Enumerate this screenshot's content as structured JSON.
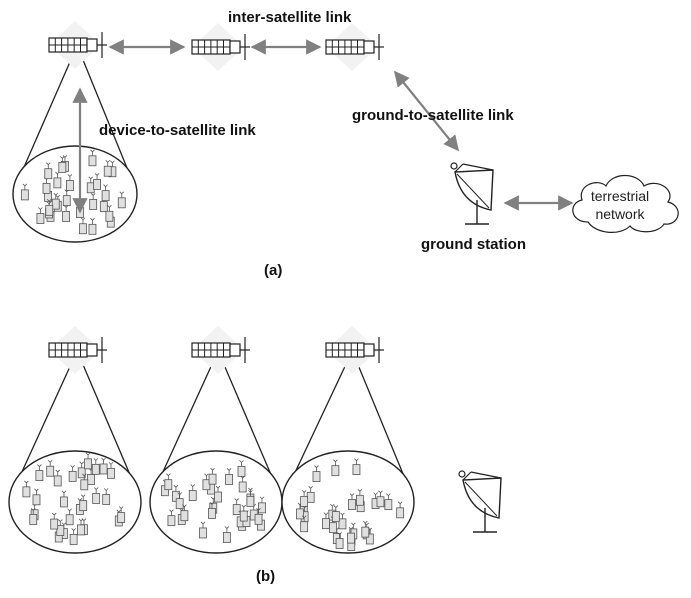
{
  "labels": {
    "inter_satellite_link": "inter-satellite link",
    "device_to_satellite_link": "device-to-satellite link",
    "ground_to_satellite_link": "ground-to-satellite link",
    "ground_station": "ground station",
    "terrestrial_network_line1": "terrestrial",
    "terrestrial_network_line2": "network",
    "caption_a": "(a)",
    "caption_b": "(b)"
  },
  "colors": {
    "arrow": "#808080",
    "line": "#222222",
    "device_fill": "#e0e0e0"
  }
}
